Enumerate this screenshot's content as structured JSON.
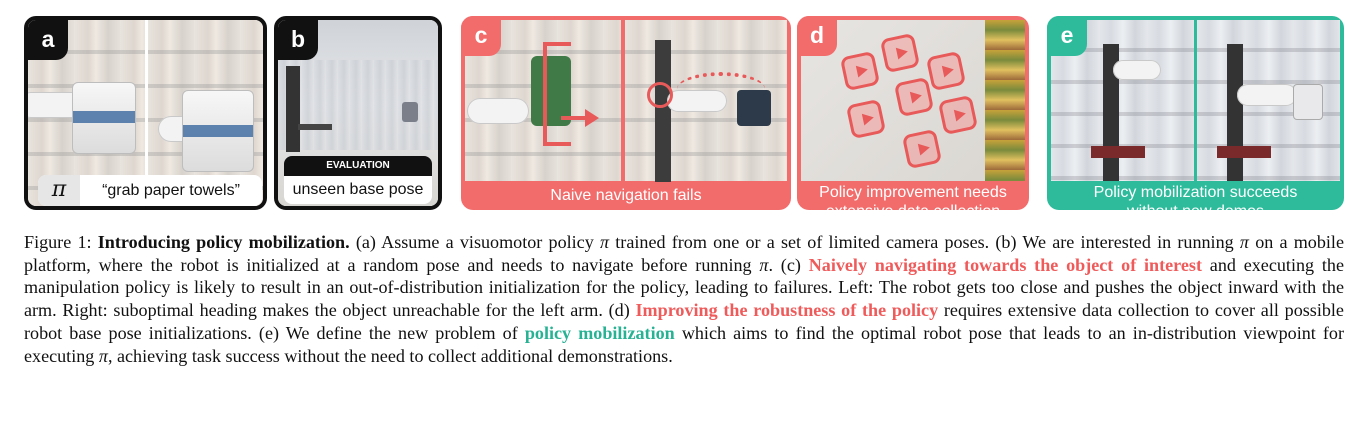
{
  "panels": {
    "a": {
      "letter": "a",
      "pi": "π",
      "caption": "“grab paper towels”",
      "frame_color": "#111111"
    },
    "b": {
      "letter": "b",
      "banner": "EVALUATION",
      "caption": "unseen base pose",
      "frame_color": "#111111"
    },
    "c": {
      "letter": "c",
      "caption": "Naive navigation fails",
      "frame_color": "#f26c6c"
    },
    "d": {
      "letter": "d",
      "caption_line1": "Policy improvement needs",
      "caption_line2": "extensive data collection",
      "frame_color": "#f26c6c"
    },
    "e": {
      "letter": "e",
      "caption_line1": "Policy mobilization succeeds",
      "caption_line2": "without new demos",
      "frame_color": "#2dbb9b"
    }
  },
  "caption": {
    "label": "Figure 1:",
    "title": "Introducing policy mobilization.",
    "seg1": "(a) Assume a visuomotor policy",
    "pi": "π",
    "seg2": "trained from one or a set of limited camera poses. (b) We are interested in running",
    "seg3": "on a mobile platform, where the robot is initialized at a random pose and needs to navigate before running",
    "seg4": ". (c)",
    "red1": "Naively navigating towards the object of interest",
    "seg5": "and executing the manipulation policy is likely to result in an out-of-distribution initialization for the policy, leading to failures. Left: The robot gets too close and pushes the object inward with the arm. Right: suboptimal heading makes the object unreachable for the left arm. (d)",
    "red2": "Improving the robustness of the policy",
    "seg6": "requires extensive data collection to cover all possible robot base pose initializations. (e) We define the new problem of",
    "teal1": "policy mobilization",
    "seg7": "which aims to find the optimal robot pose that leads to an in-distribution viewpoint for executing",
    "seg8": ", achieving task success without the need to collect additional demonstrations."
  },
  "colors": {
    "red": "#ef5a5a",
    "teal": "#28b294",
    "black": "#111111"
  }
}
